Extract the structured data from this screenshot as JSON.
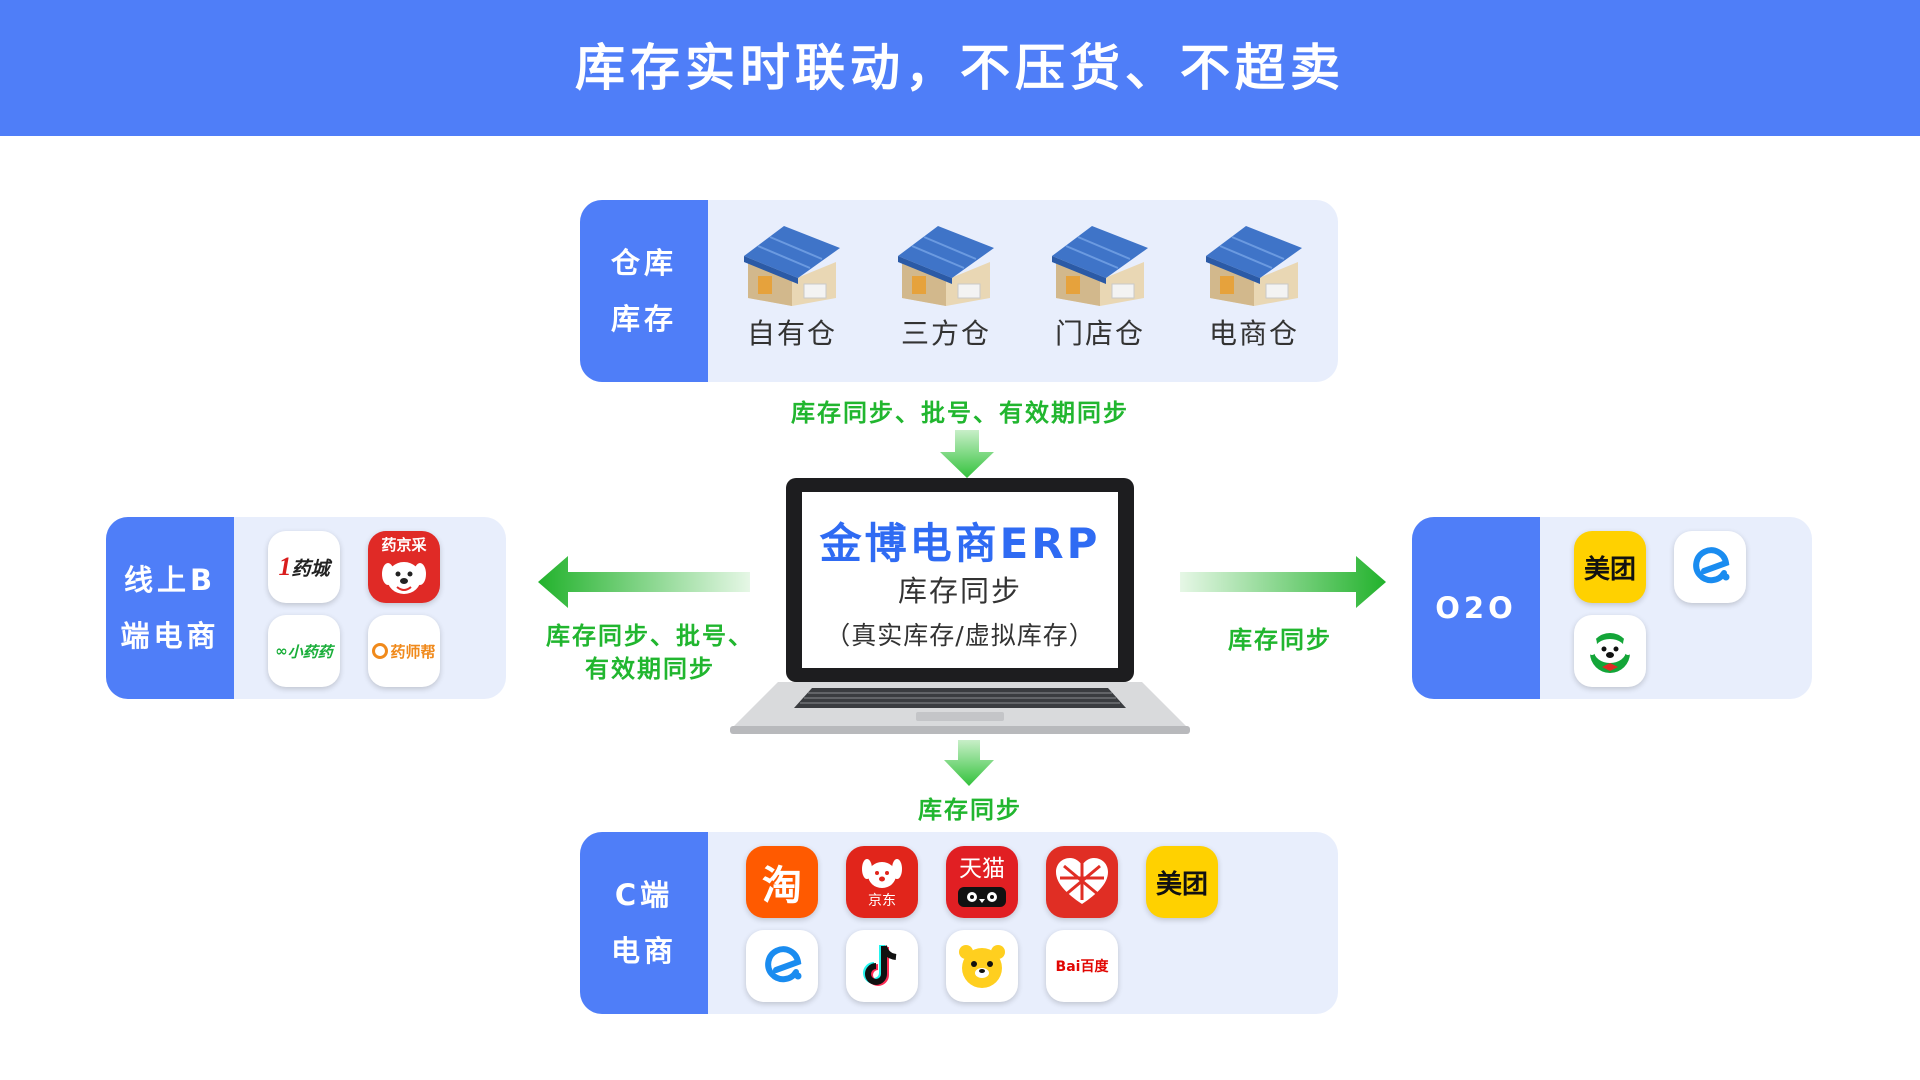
{
  "banner": {
    "title": "库存实时联动，不压货、不超卖"
  },
  "warehouse": {
    "tag_line1": "仓库",
    "tag_line2": "库存",
    "items": [
      "自有仓",
      "三方仓",
      "门店仓",
      "电商仓"
    ]
  },
  "center": {
    "title": "金博电商ERP",
    "subtitle": "库存同步",
    "subtitle2": "（真实库存/虚拟库存）"
  },
  "flows": {
    "top": "库存同步、批号、有效期同步",
    "left_line1": "库存同步、批号、",
    "left_line2": "有效期同步",
    "right": "库存同步",
    "bottom": "库存同步"
  },
  "b_channel": {
    "tag_line1": "线上B",
    "tag_line2": "端电商",
    "apps": [
      {
        "icon": "yiyaocheng-app-icon",
        "text": "药城"
      },
      {
        "icon": "yaojingcai-app-icon",
        "text": "药京采"
      },
      {
        "icon": "xiaoyaoyao-app-icon",
        "text": "小药药"
      },
      {
        "icon": "yaoshibang-app-icon",
        "text": "药师帮"
      }
    ]
  },
  "o2o": {
    "tag": "O2O",
    "apps": [
      {
        "icon": "meituan-app-icon",
        "text": "美团"
      },
      {
        "icon": "eleme-app-icon",
        "text": ""
      },
      {
        "icon": "jd-daojia-app-icon",
        "text": ""
      }
    ]
  },
  "c_channel": {
    "tag_line1": "C端",
    "tag_line2": "电商",
    "apps": [
      {
        "icon": "taobao-app-icon",
        "text": "淘"
      },
      {
        "icon": "jd-app-icon",
        "text": "京东"
      },
      {
        "icon": "tmall-app-icon",
        "text": "天猫"
      },
      {
        "icon": "pinduoduo-app-icon",
        "text": ""
      },
      {
        "icon": "meituan-app-icon",
        "text": "美团"
      },
      {
        "icon": "eleme-app-icon",
        "text": ""
      },
      {
        "icon": "douyin-app-icon",
        "text": ""
      },
      {
        "icon": "meituan-waimai-app-icon",
        "text": ""
      },
      {
        "icon": "baidu-app-icon",
        "text": "Bai百度"
      }
    ]
  },
  "colors": {
    "brand_blue": "#4f7ef8",
    "panel_bg": "#e8eefc",
    "flow_green": "#21b62f",
    "erp_title_blue": "#2f6bf3"
  }
}
